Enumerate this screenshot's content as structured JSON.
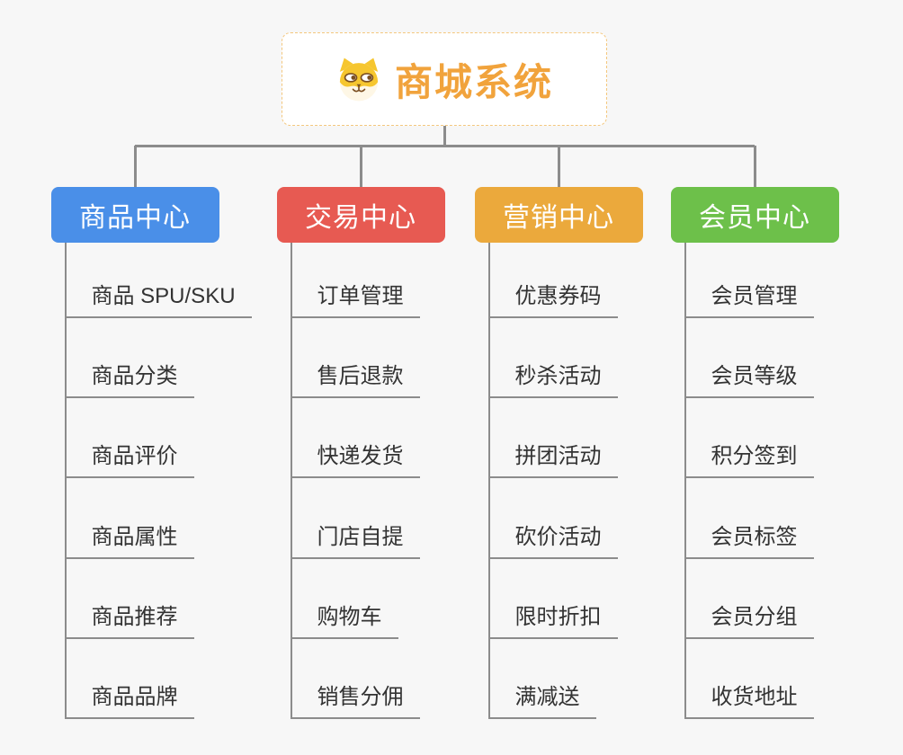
{
  "root": {
    "title": "商城系统",
    "icon": "shiba-dog-icon"
  },
  "branches": [
    {
      "label": "商品中心",
      "color": "#4A8FE8",
      "items": [
        "商品 SPU/SKU",
        "商品分类",
        "商品评价",
        "商品属性",
        "商品推荐",
        "商品品牌"
      ]
    },
    {
      "label": "交易中心",
      "color": "#E75A52",
      "items": [
        "订单管理",
        "售后退款",
        "快递发货",
        "门店自提",
        "购物车",
        "销售分佣"
      ]
    },
    {
      "label": "营销中心",
      "color": "#EBA93C",
      "items": [
        "优惠券码",
        "秒杀活动",
        "拼团活动",
        "砍价活动",
        "限时折扣",
        "满减送"
      ]
    },
    {
      "label": "会员中心",
      "color": "#6DC04A",
      "items": [
        "会员管理",
        "会员等级",
        "积分签到",
        "会员标签",
        "会员分组",
        "收货地址"
      ]
    }
  ],
  "style": {
    "background": "#f7f7f7",
    "line_color": "#8c8c8c",
    "root_text_color": "#F1A33C",
    "root_border_color": "#F4C77D",
    "item_text_color": "#333333"
  }
}
